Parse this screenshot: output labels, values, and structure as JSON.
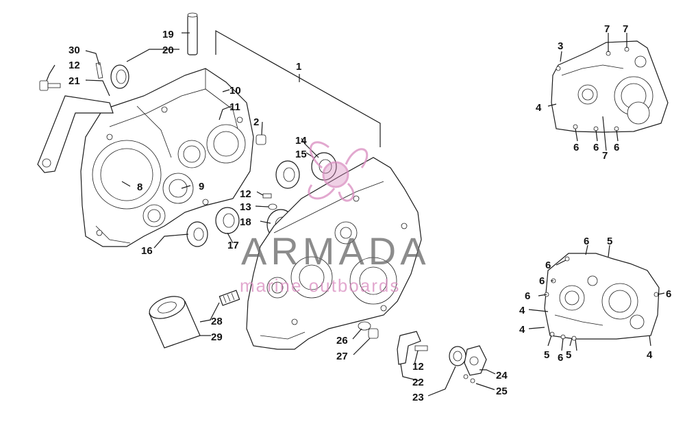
{
  "callouts": {
    "c1": "1",
    "c2": "2",
    "c3": "3",
    "c4a": "4",
    "c4b": "4",
    "c4c": "4",
    "c4d": "4",
    "c5a": "5",
    "c5b": "5",
    "c5c": "5",
    "c6a": "6",
    "c6b": "6",
    "c6c": "6",
    "c6d": "6",
    "c6e": "6",
    "c6f": "6",
    "c6g": "6",
    "c6h": "6",
    "c6i": "6",
    "c7a": "7",
    "c7b": "7",
    "c7c": "7",
    "c8": "8",
    "c9": "9",
    "c10": "10",
    "c11": "11",
    "c12a": "12",
    "c12b": "12",
    "c12c": "12",
    "c13": "13",
    "c14": "14",
    "c15": "15",
    "c16": "16",
    "c17": "17",
    "c18": "18",
    "c19": "19",
    "c20": "20",
    "c21": "21",
    "c22": "22",
    "c23": "23",
    "c24": "24",
    "c25": "25",
    "c26": "26",
    "c27": "27",
    "c28": "28",
    "c29": "29",
    "c30": "30"
  },
  "watermark": {
    "brand": "ARMADA",
    "tagline": "marine outboards",
    "color": "#d98cbf"
  }
}
